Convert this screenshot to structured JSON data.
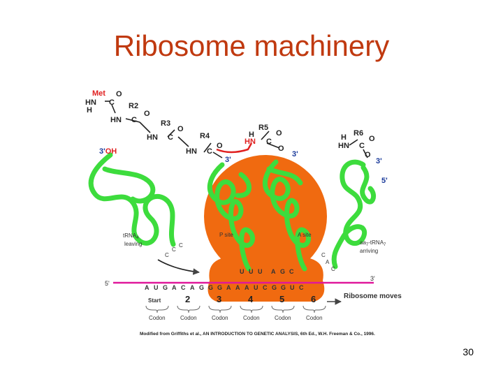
{
  "slide": {
    "title": "Ribosome machinery",
    "page_number": "30",
    "credit": "Modified from Griffiths et al., AN INTRODUCTION TO GENETIC ANALYSIS, 6th Ed., W.H. Freeman & Co., 1996."
  },
  "diagram": {
    "colors": {
      "ribosome": "#f06a10",
      "trna": "#3ddc3d",
      "mrna": "#e0189a",
      "bond": "#e02020",
      "met": "#e02020"
    },
    "chain": {
      "met": "Met",
      "hn": "HN",
      "h": "H",
      "c": "C",
      "o": "O",
      "oh": "OH",
      "r2": "R2",
      "r3": "R3",
      "r4": "R4",
      "r5": "R5",
      "r6": "R6"
    },
    "ends": {
      "three_prime": "3'",
      "five_prime": "5'",
      "mrna_5": "5'",
      "mrna_3": "3'"
    },
    "sites": {
      "p_site": "P site",
      "a_site": "A site"
    },
    "labels": {
      "trna_leaving_1": "tRNA",
      "trna_leaving_sub": "4",
      "trna_leaving_2": "leaving",
      "trna_arriving_1": "aa",
      "trna_arriving_sub": "7",
      "trna_arriving_2": "-tRNA",
      "trna_arriving_sub2": "7",
      "trna_arriving_3": "arriving",
      "start": "Start",
      "ribosome_moves": "Ribosome moves",
      "codon": "Codon"
    },
    "mrna_bases": [
      "A",
      "U",
      "G",
      "A",
      "C",
      "A",
      "G",
      "G",
      "G",
      "A",
      "A",
      "A",
      "U",
      "C",
      "G",
      "G",
      "U",
      "C"
    ],
    "anticodons_p": [
      "U",
      "U",
      "U"
    ],
    "anticodons_a": [
      "A",
      "G",
      "C"
    ],
    "leaving_cca": [
      "C",
      "C",
      "C"
    ],
    "arriving_cca": [
      "C",
      "A",
      "C"
    ],
    "codon_numbers": [
      "2",
      "3",
      "4",
      "5",
      "6"
    ],
    "codon_labels": [
      "Codon",
      "Codon",
      "Codon",
      "Codon",
      "Codon",
      "Codon"
    ]
  }
}
